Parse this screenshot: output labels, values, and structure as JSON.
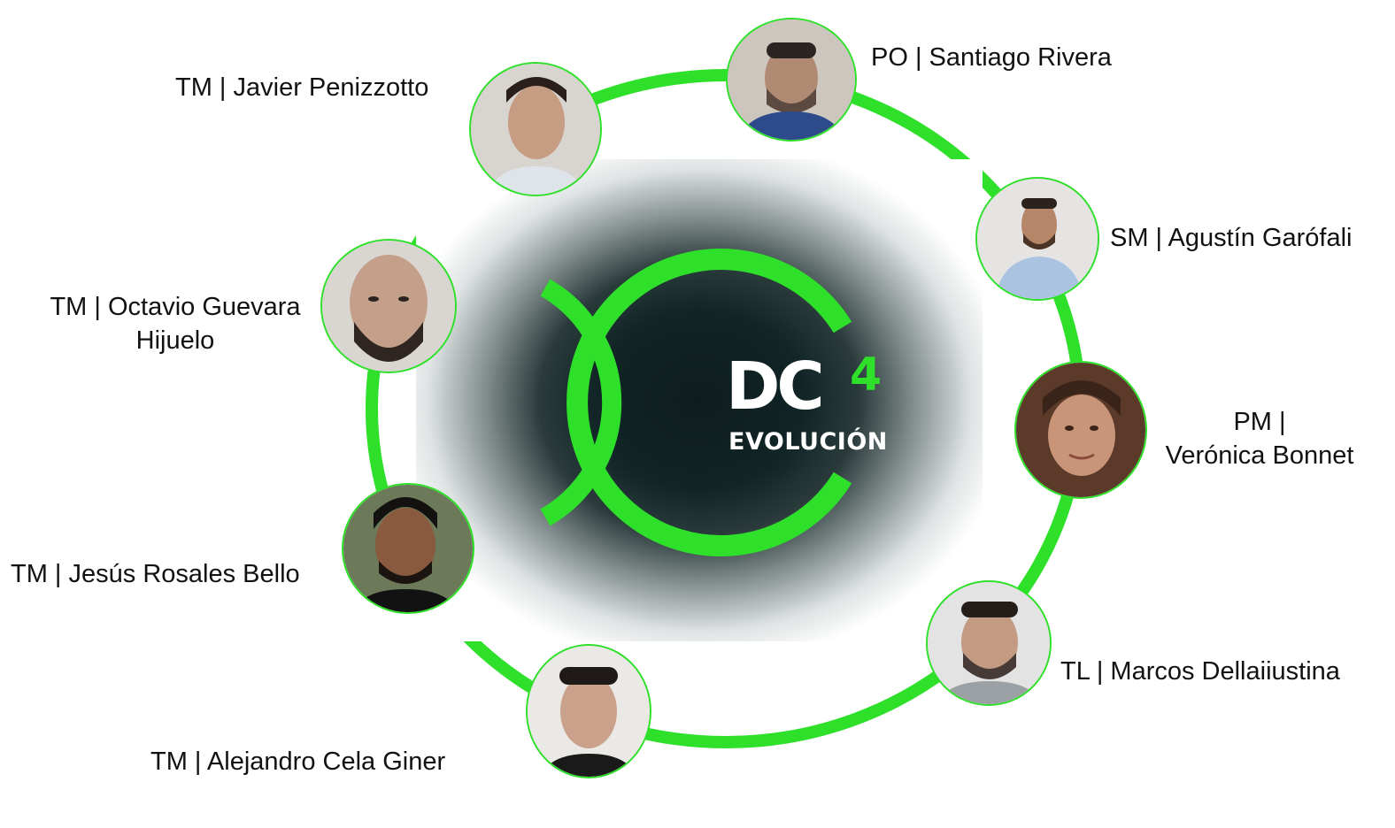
{
  "logo": {
    "name": "DC",
    "number": "4",
    "subtitle": "EVOLUCIÓN"
  },
  "colors": {
    "accent": "#2ee02a",
    "logo_background": "#0e1c1d"
  },
  "members": [
    {
      "label": "PO | Santiago Rivera"
    },
    {
      "label": "SM | Agustín Garófali"
    },
    {
      "label_line1": "PM |",
      "label_line2": "Verónica Bonnet"
    },
    {
      "label": "TL | Marcos Dellaiiustina"
    },
    {
      "label": "TM | Alejandro Cela Giner"
    },
    {
      "label": "TM | Jesús Rosales Bello"
    },
    {
      "label_line1": "TM | Octavio Guevara",
      "label_line2": "Hijuelo"
    },
    {
      "label": "TM | Javier Penizzotto"
    }
  ]
}
